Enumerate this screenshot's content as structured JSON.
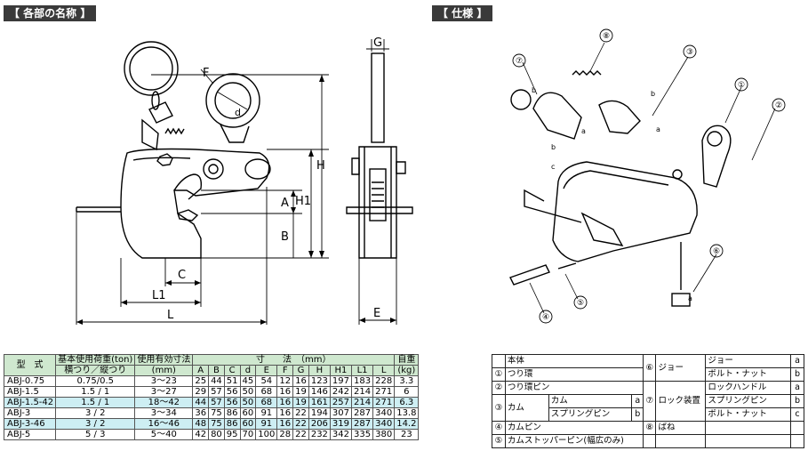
{
  "headers": {
    "left": "【 各部の名称 】",
    "right": "【 仕様 】"
  },
  "drawing_labels": {
    "F": "F",
    "d": "d",
    "G": "G",
    "H": "H",
    "H1": "H1",
    "A": "A",
    "B": "B",
    "C": "C",
    "L1": "L1",
    "L": "L",
    "E": "E"
  },
  "callouts": [
    "⑧",
    "⑦",
    "③",
    "①",
    "②",
    "④",
    "⑤",
    "⑥"
  ],
  "small_letters": [
    "b",
    "a",
    "a",
    "b",
    "b",
    "c",
    "a"
  ],
  "spec_table": {
    "h_model": "型　式",
    "h_load": "基本使用荷重(ton)",
    "h_load_sub": "横つり／縦つり",
    "h_range": "使用有効寸法",
    "h_range_sub": "(mm)",
    "h_dims": "寸　　法　（mm）",
    "h_weight": "自重",
    "h_weight_sub": "(kg)",
    "dim_cols": [
      "A",
      "B",
      "C",
      "d",
      "E",
      "F",
      "G",
      "H",
      "H1",
      "L1",
      "L"
    ],
    "rows": [
      {
        "model": "ABJ-0.75",
        "load": "0.75/0.5",
        "range": "3～23",
        "dims": [
          "25",
          "44",
          "51",
          "45",
          "54",
          "12",
          "16",
          "123",
          "197",
          "183",
          "228"
        ],
        "weight": "3.3",
        "hl": false
      },
      {
        "model": "ABJ-1.5",
        "load": "1.5 /  1",
        "range": "3～27",
        "dims": [
          "29",
          "57",
          "56",
          "50",
          "68",
          "16",
          "19",
          "146",
          "242",
          "214",
          "271"
        ],
        "weight": "6",
        "hl": false
      },
      {
        "model": "ABJ-1.5-42",
        "load": "1.5 /  1",
        "range": "18～42",
        "dims": [
          "44",
          "57",
          "56",
          "50",
          "68",
          "16",
          "19",
          "161",
          "257",
          "214",
          "271"
        ],
        "weight": "6.3",
        "hl": true
      },
      {
        "model": "ABJ-3",
        "load": "3  /  2",
        "range": "3～34",
        "dims": [
          "36",
          "75",
          "86",
          "60",
          "91",
          "16",
          "22",
          "194",
          "307",
          "287",
          "340"
        ],
        "weight": "13.8",
        "hl": false
      },
      {
        "model": "ABJ-3-46",
        "load": "3  /  2",
        "range": "16～46",
        "dims": [
          "48",
          "75",
          "86",
          "60",
          "91",
          "16",
          "22",
          "206",
          "319",
          "287",
          "340"
        ],
        "weight": "14.2",
        "hl": true
      },
      {
        "model": "ABJ-5",
        "load": "5  /  3",
        "range": "5～40",
        "dims": [
          "42",
          "80",
          "95",
          "70",
          "100",
          "28",
          "22",
          "232",
          "342",
          "335",
          "380"
        ],
        "weight": "23",
        "hl": false
      }
    ]
  },
  "parts_table": {
    "r1": {
      "name": "本体"
    },
    "r2": {
      "num": "①",
      "name": "つり環"
    },
    "r3": {
      "num": "②",
      "name": "つり環ピン"
    },
    "r4": {
      "num": "③",
      "name": "カム",
      "sub1": "カム",
      "sub1_letter": "a",
      "sub2": "スプリングピン",
      "sub2_letter": "b"
    },
    "r5": {
      "num": "④",
      "name": "カムピン"
    },
    "r6": {
      "num": "⑤",
      "name": "カムストッパーピン(幅広のみ)"
    },
    "right": {
      "n6": "⑥",
      "n6_name": "ジョー",
      "n6_sub1": "ジョー",
      "n6_sub1_letter": "a",
      "n6_sub2": "ボルト・ナット",
      "n6_sub2_letter": "b",
      "n7": "⑦",
      "n7_name": "ロック装置",
      "n7_sub1": "ロックハンドル",
      "n7_sub1_letter": "a",
      "n7_sub2": "スプリングピン",
      "n7_sub2_letter": "b",
      "n7_sub3": "ボルト・ナット",
      "n7_sub3_letter": "c",
      "n8": "⑧",
      "n8_name": "ばね"
    }
  }
}
